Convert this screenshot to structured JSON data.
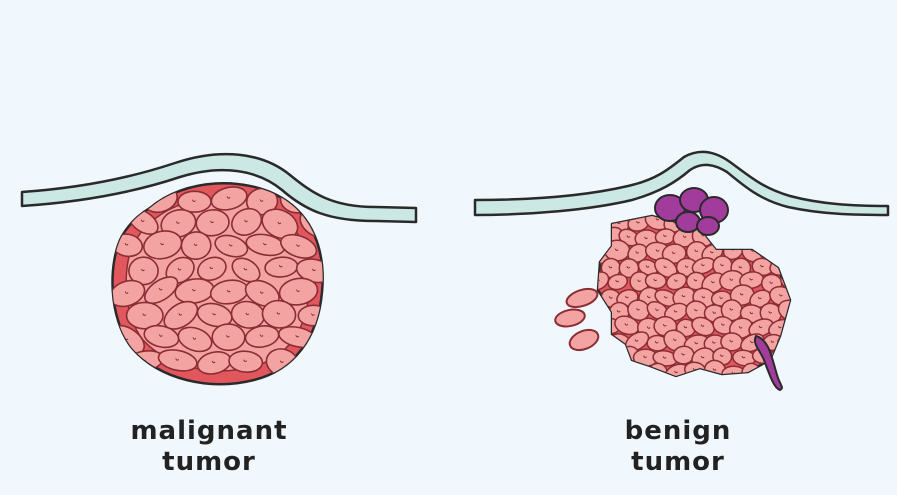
{
  "colors": {
    "background": "#f1f8fd",
    "skin_fill": "#cce8e4",
    "outline": "#2a2a2a",
    "capsule": "#e2575e",
    "cell_fill": "#f4a3a3",
    "cell_outline": "#8a2d34",
    "invasive_cells": "#a23c9c",
    "text": "#222222"
  },
  "labels": {
    "left_line1": "malignant",
    "left_line2": "tumor",
    "right_line1": "benign",
    "right_line2": "tumor"
  },
  "icons": {
    "left": "encapsulated-tumor-icon",
    "right": "irregular-tumor-icon"
  }
}
